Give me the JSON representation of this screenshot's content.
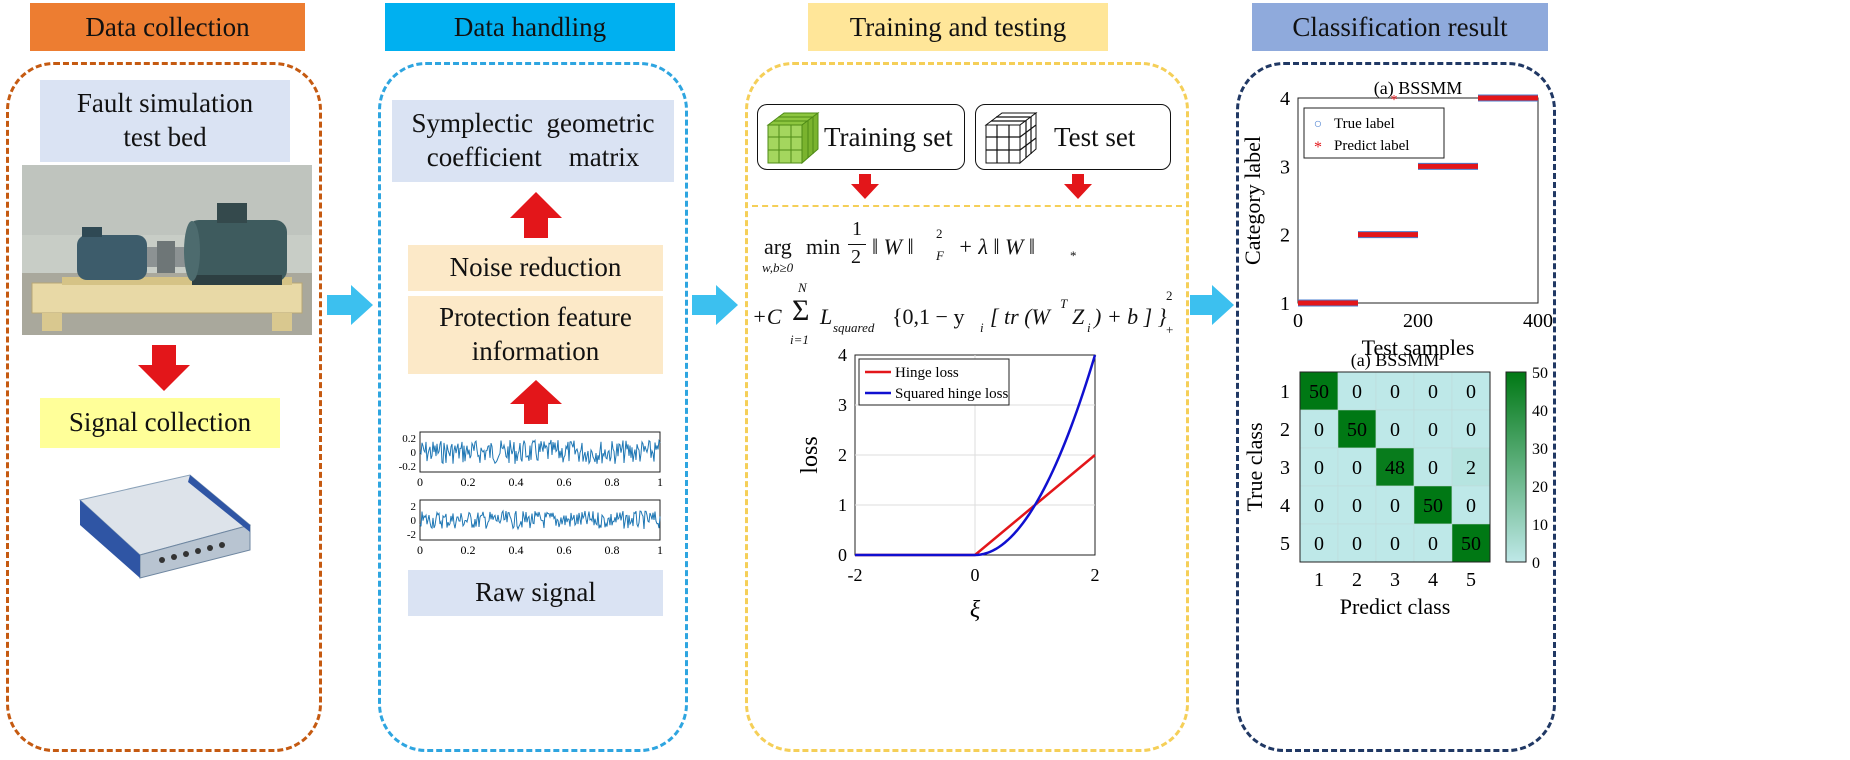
{
  "colors": {
    "collection": "#ED7D31",
    "handling": "#00B0F0",
    "training": "#FFE699",
    "result": "#8FAADC",
    "collection_border": "#C55A11",
    "handling_border": "#2EA5E0",
    "training_border": "#F5CF58",
    "result_border": "#203864",
    "light_blue_box": "#DAE3F3",
    "light_orange_box": "#FCE9C8",
    "yellow_box": "#FFFF99",
    "arrow_red": "#E3161A",
    "arrow_blue": "#3CC0EF"
  },
  "headers": {
    "collection": "Data collection",
    "handling": "Data handling",
    "training": "Training and testing",
    "result": "Classification result"
  },
  "collection": {
    "test_bed_line1": "Fault simulation",
    "test_bed_line2": "test bed",
    "signal_collection": "Signal collection",
    "photo_icon": "motor-test-bed-photo",
    "device_icon": "data-acquisition-device"
  },
  "handling": {
    "symplectic_line1": "Symplectic  geometric",
    "symplectic_line2": "coefficient    matrix",
    "noise_reduction": "Noise reduction",
    "protection_line1": "Protection feature",
    "protection_line2": "information",
    "raw_signal": "Raw signal",
    "signal1_yticks": [
      "0.2",
      "0",
      "-0.2"
    ],
    "signal2_yticks": [
      "2",
      "0",
      "-2"
    ],
    "signal_xticks": [
      "0",
      "0.2",
      "0.4",
      "0.6",
      "0.8",
      "1"
    ]
  },
  "training": {
    "training_set": "Training set",
    "test_set": "Test set",
    "formula_line1": {
      "arg": "arg",
      "min": "min",
      "subscript": "w,b≥0",
      "half_num": "1",
      "half_den": "2",
      "norm_w": "‖ W ‖",
      "sup2": "2",
      "subF": "F",
      "plus_lambda": "+ λ ‖ W ‖",
      "sub_star": "*"
    },
    "formula_line2": {
      "plus_c": "+C",
      "sum_top": "N",
      "sum_sym": "Σ",
      "sum_bottom": "i=1",
      "L": "L",
      "L_sub": "squared",
      "body": "{0,1 − y",
      "yi_sub": "i",
      "bracket": "[ tr (W",
      "sup_T": "T",
      "Z": "Z",
      "Z_sub": "i",
      "tail": ") + b ] }",
      "sup2": "2",
      "sub_plus": "+"
    },
    "loss_chart": {
      "ylabel": "loss",
      "xlabel": "ξ"
    }
  },
  "result": {
    "scatter_title": "(a) BSSMM",
    "confusion_title": "(a) BSSMM",
    "true_label_mark": "○",
    "predict_label_mark": "*"
  },
  "chart_data": [
    {
      "type": "line",
      "series": [
        {
          "name": "Hinge loss",
          "color": "#E3161A",
          "x": [
            -2,
            0,
            2
          ],
          "y": [
            0,
            0,
            2
          ]
        },
        {
          "name": "Squared hinge loss",
          "color": "#1010D0",
          "x": [
            -2,
            0,
            0.5,
            1,
            1.5,
            2
          ],
          "y": [
            0,
            0,
            0.25,
            1,
            2.25,
            4
          ]
        }
      ],
      "xlabel": "ξ",
      "ylabel": "loss",
      "xlim": [
        -2,
        2
      ],
      "ylim": [
        0,
        4
      ],
      "xticks": [
        "-2",
        "0",
        "2"
      ],
      "yticks": [
        "0",
        "1",
        "2",
        "3",
        "4"
      ],
      "legend": "top-left"
    },
    {
      "type": "scatter",
      "title": "(a) BSSMM",
      "xlabel": "Test samples",
      "ylabel": "Category label",
      "xlim": [
        0,
        400
      ],
      "ylim": [
        1,
        4
      ],
      "xticks": [
        "0",
        "200",
        "400"
      ],
      "yticks": [
        "1",
        "2",
        "3",
        "4"
      ],
      "series": [
        {
          "name": "True label",
          "segments": [
            [
              0,
              100,
              1
            ],
            [
              100,
              200,
              2
            ],
            [
              200,
              300,
              3
            ],
            [
              300,
              400,
              4
            ]
          ]
        },
        {
          "name": "Predict label",
          "segments": [
            [
              0,
              100,
              1
            ],
            [
              100,
              200,
              2
            ],
            [
              200,
              300,
              3
            ],
            [
              300,
              400,
              4
            ]
          ],
          "outliers": [
            [
              160,
              4
            ]
          ]
        }
      ],
      "legend": "top-left"
    },
    {
      "type": "heatmap",
      "title": "(a) BSSMM",
      "xlabel": "Predict class",
      "ylabel": "True class",
      "categories": [
        "1",
        "2",
        "3",
        "4",
        "5"
      ],
      "values": [
        [
          50,
          0,
          0,
          0,
          0
        ],
        [
          0,
          50,
          0,
          0,
          0
        ],
        [
          0,
          0,
          48,
          0,
          2
        ],
        [
          0,
          0,
          0,
          50,
          0
        ],
        [
          0,
          0,
          0,
          0,
          50
        ]
      ],
      "colorbar_ticks": [
        "0",
        "10",
        "20",
        "30",
        "40",
        "50"
      ],
      "colorbar_range": [
        0,
        50
      ]
    }
  ]
}
